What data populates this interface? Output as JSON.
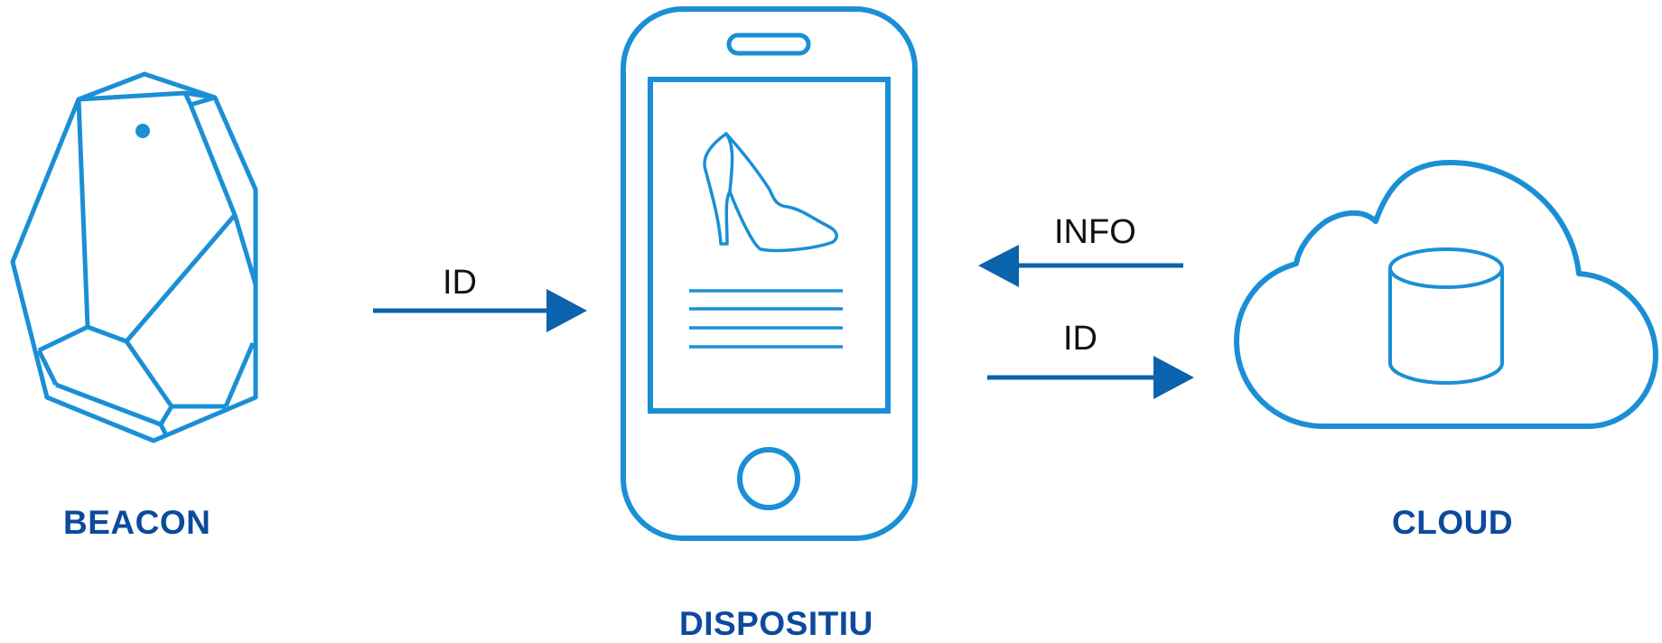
{
  "labels": {
    "beacon": "BEACON",
    "device": "DISPOSITIU",
    "cloud": "CLOUD"
  },
  "arrows": {
    "beacon_to_device": "ID",
    "cloud_to_device": "INFO",
    "device_to_cloud": "ID"
  },
  "icons": {
    "beacon": "beacon-icon",
    "device": "smartphone-icon",
    "product": "high-heel-shoe-icon",
    "cloud": "cloud-icon",
    "database": "database-icon"
  },
  "colors": {
    "icon_stroke": "#1a8fd6",
    "label_text": "#0b4a9c",
    "arrow": "#0b62ad",
    "arrow_text": "#111111"
  }
}
